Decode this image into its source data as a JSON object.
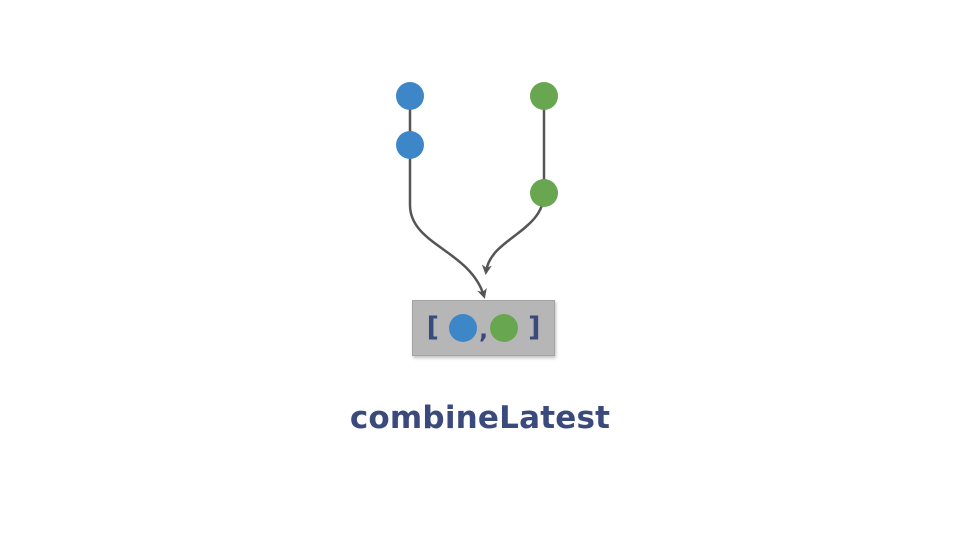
{
  "operator": {
    "name": "combineLatest"
  },
  "colors": {
    "stream_a": "#3d87c8",
    "stream_b": "#68a64f",
    "line": "#555555",
    "box_fill": "#b6b6b6",
    "text": "#3b4a7c"
  },
  "streams": [
    {
      "name": "",
      "color": "blue",
      "emissions": 2
    },
    {
      "name": "",
      "color": "green",
      "emissions": 2
    }
  ],
  "result": {
    "open_bracket": "[",
    "separator": ",",
    "close_bracket": "]",
    "items": [
      "blue-marble",
      "green-marble"
    ]
  }
}
